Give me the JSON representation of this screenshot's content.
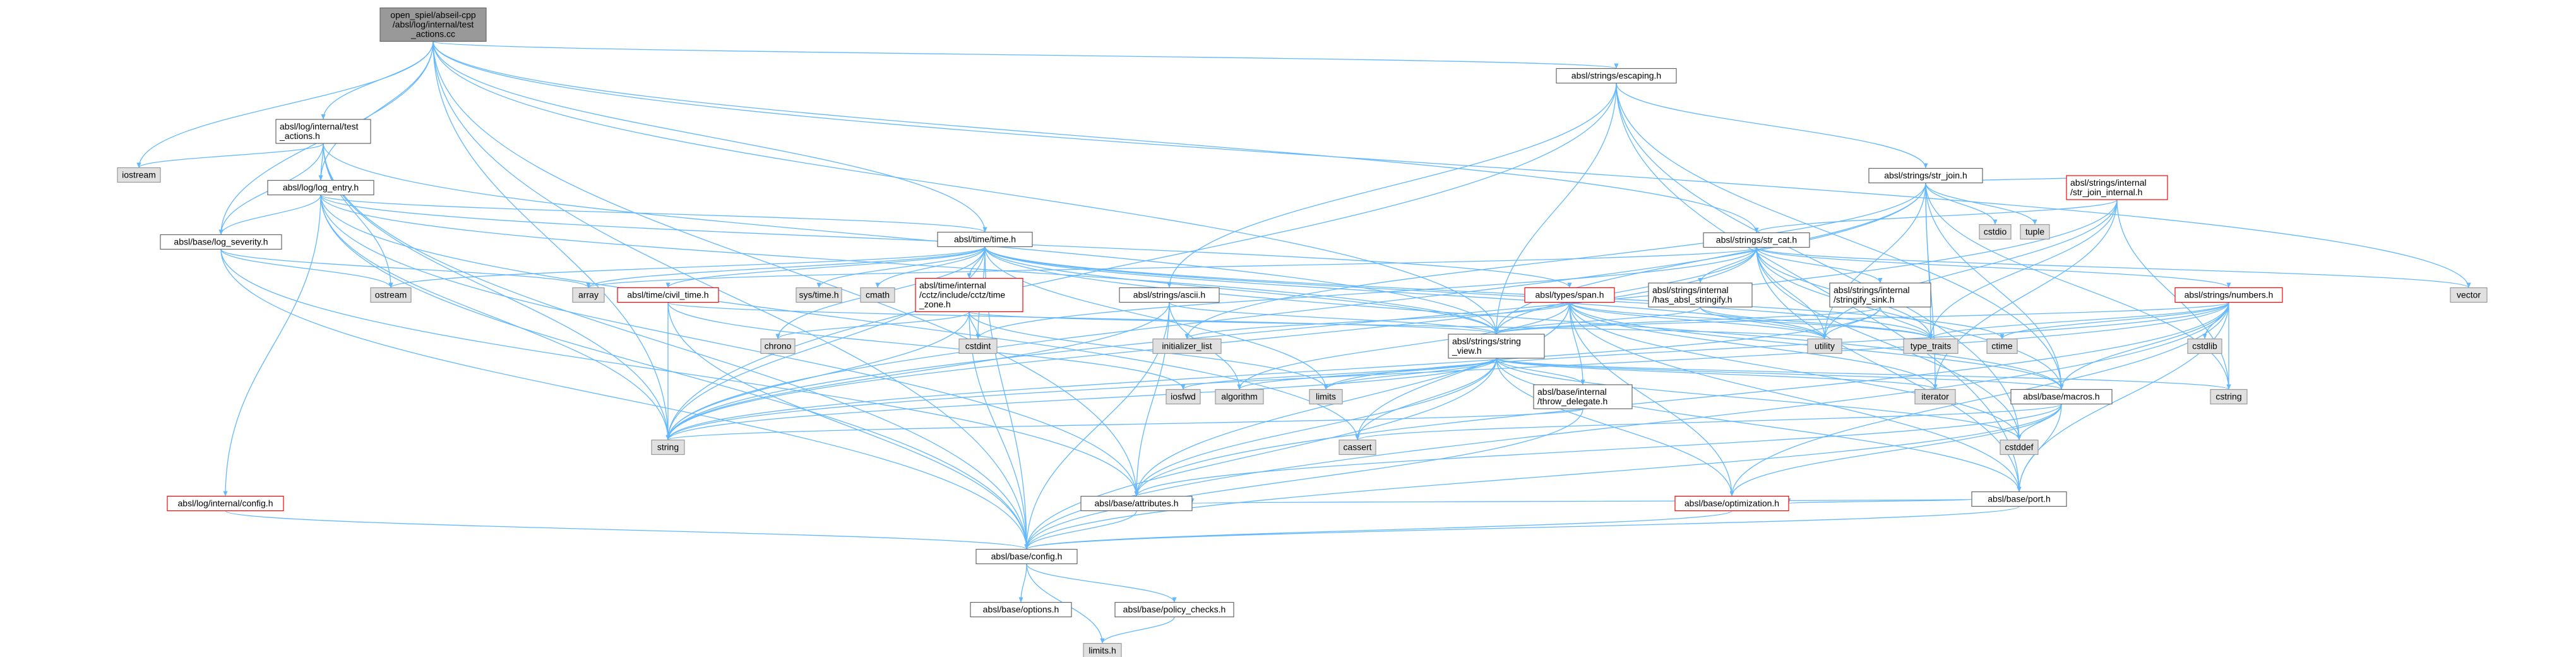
{
  "colors": {
    "root_fill": "#999999",
    "root_border": "#666666",
    "node_fill": "#ffffff",
    "node_border": "#666666",
    "system_fill": "#e0e0e0",
    "system_border": "#999999",
    "truncated_border": "#ff0000",
    "edge": "#63b8ff"
  },
  "nodes": [
    {
      "id": "root",
      "kind": "root",
      "lines": [
        "open_spiel/abseil-cpp",
        "/absl/log/internal/test",
        "_actions.cc"
      ]
    },
    {
      "id": "test_actions_h",
      "kind": "normal",
      "lines": [
        "absl/log/internal/test",
        "_actions.h"
      ]
    },
    {
      "id": "escaping",
      "kind": "normal",
      "lines": [
        "absl/strings/escaping.h"
      ]
    },
    {
      "id": "str_join",
      "kind": "normal",
      "lines": [
        "absl/strings/str_join.h"
      ]
    },
    {
      "id": "log_entry",
      "kind": "normal",
      "lines": [
        "absl/log/log_entry.h"
      ]
    },
    {
      "id": "iostream",
      "kind": "system",
      "lines": [
        "iostream"
      ]
    },
    {
      "id": "log_severity",
      "kind": "normal",
      "lines": [
        "absl/base/log_severity.h"
      ]
    },
    {
      "id": "time_h",
      "kind": "normal",
      "lines": [
        "absl/time/time.h"
      ]
    },
    {
      "id": "str_cat",
      "kind": "normal",
      "lines": [
        "absl/strings/str_cat.h"
      ]
    },
    {
      "id": "str_join_internal",
      "kind": "truncated",
      "lines": [
        "absl/strings/internal",
        "/str_join_internal.h"
      ]
    },
    {
      "id": "cstdio",
      "kind": "system",
      "lines": [
        "cstdio"
      ]
    },
    {
      "id": "tuple",
      "kind": "system",
      "lines": [
        "tuple"
      ]
    },
    {
      "id": "ostream",
      "kind": "system",
      "lines": [
        "ostream"
      ]
    },
    {
      "id": "array",
      "kind": "system",
      "lines": [
        "array"
      ]
    },
    {
      "id": "sys_time",
      "kind": "system",
      "lines": [
        "sys/time.h"
      ]
    },
    {
      "id": "cmath",
      "kind": "system",
      "lines": [
        "cmath"
      ]
    },
    {
      "id": "cctz_time_zone",
      "kind": "truncated",
      "lines": [
        "absl/time/internal",
        "/cctz/include/cctz/time",
        "_zone.h"
      ]
    },
    {
      "id": "ascii",
      "kind": "normal",
      "lines": [
        "absl/strings/ascii.h"
      ]
    },
    {
      "id": "civil_time",
      "kind": "truncated",
      "lines": [
        "absl/time/civil_time.h"
      ]
    },
    {
      "id": "span",
      "kind": "truncated",
      "lines": [
        "absl/types/span.h"
      ]
    },
    {
      "id": "has_absl_stringify",
      "kind": "normal",
      "lines": [
        "absl/strings/internal",
        "/has_absl_stringify.h"
      ]
    },
    {
      "id": "stringify_sink",
      "kind": "normal",
      "lines": [
        "absl/strings/internal",
        "/stringify_sink.h"
      ]
    },
    {
      "id": "numbers",
      "kind": "truncated",
      "lines": [
        "absl/strings/numbers.h"
      ]
    },
    {
      "id": "vector",
      "kind": "system",
      "lines": [
        "vector"
      ]
    },
    {
      "id": "chrono",
      "kind": "system",
      "lines": [
        "chrono"
      ]
    },
    {
      "id": "cstdint",
      "kind": "system",
      "lines": [
        "cstdint"
      ]
    },
    {
      "id": "initializer_list",
      "kind": "system",
      "lines": [
        "initializer_list"
      ]
    },
    {
      "id": "string_view",
      "kind": "normal",
      "lines": [
        "absl/strings/string",
        "_view.h"
      ]
    },
    {
      "id": "utility",
      "kind": "system",
      "lines": [
        "utility"
      ]
    },
    {
      "id": "type_traits",
      "kind": "system",
      "lines": [
        "type_traits"
      ]
    },
    {
      "id": "ctime",
      "kind": "system",
      "lines": [
        "ctime"
      ]
    },
    {
      "id": "cstdlib",
      "kind": "system",
      "lines": [
        "cstdlib"
      ]
    },
    {
      "id": "iosfwd",
      "kind": "system",
      "lines": [
        "iosfwd"
      ]
    },
    {
      "id": "algorithm",
      "kind": "system",
      "lines": [
        "algorithm"
      ]
    },
    {
      "id": "limits",
      "kind": "system",
      "lines": [
        "limits"
      ]
    },
    {
      "id": "throw_delegate",
      "kind": "normal",
      "lines": [
        "absl/base/internal",
        "/throw_delegate.h"
      ]
    },
    {
      "id": "iterator",
      "kind": "system",
      "lines": [
        "iterator"
      ]
    },
    {
      "id": "cstring",
      "kind": "system",
      "lines": [
        "cstring"
      ]
    },
    {
      "id": "macros",
      "kind": "normal",
      "lines": [
        "absl/base/macros.h"
      ]
    },
    {
      "id": "string",
      "kind": "system",
      "lines": [
        "string"
      ]
    },
    {
      "id": "cassert",
      "kind": "system",
      "lines": [
        "cassert"
      ]
    },
    {
      "id": "cstddef",
      "kind": "system",
      "lines": [
        "cstddef"
      ]
    },
    {
      "id": "port",
      "kind": "normal",
      "lines": [
        "absl/base/port.h"
      ]
    },
    {
      "id": "log_config",
      "kind": "truncated",
      "lines": [
        "absl/log/internal/config.h"
      ]
    },
    {
      "id": "attributes",
      "kind": "normal",
      "lines": [
        "absl/base/attributes.h"
      ]
    },
    {
      "id": "optimization",
      "kind": "truncated",
      "lines": [
        "absl/base/optimization.h"
      ]
    },
    {
      "id": "config",
      "kind": "normal",
      "lines": [
        "absl/base/config.h"
      ]
    },
    {
      "id": "options",
      "kind": "normal",
      "lines": [
        "absl/base/options.h"
      ]
    },
    {
      "id": "policy_checks",
      "kind": "normal",
      "lines": [
        "absl/base/policy_checks.h"
      ]
    },
    {
      "id": "limits_h",
      "kind": "system",
      "lines": [
        "limits.h"
      ]
    }
  ],
  "edges": [
    [
      "root",
      "test_actions_h"
    ],
    [
      "root",
      "iostream"
    ],
    [
      "root",
      "escaping"
    ],
    [
      "root",
      "str_cat"
    ],
    [
      "root",
      "time_h"
    ],
    [
      "root",
      "string"
    ],
    [
      "root",
      "string_view"
    ],
    [
      "root",
      "config"
    ],
    [
      "root",
      "attributes"
    ],
    [
      "root",
      "vector"
    ],
    [
      "root",
      "log_severity"
    ],
    [
      "root",
      "log_entry"
    ],
    [
      "test_actions_h",
      "iostream"
    ],
    [
      "test_actions_h",
      "ostream"
    ],
    [
      "test_actions_h",
      "log_entry"
    ],
    [
      "test_actions_h",
      "log_severity"
    ],
    [
      "test_actions_h",
      "string"
    ],
    [
      "test_actions_h",
      "string_view"
    ],
    [
      "test_actions_h",
      "config"
    ],
    [
      "log_entry",
      "log_severity"
    ],
    [
      "log_entry",
      "time_h"
    ],
    [
      "log_entry",
      "log_config"
    ],
    [
      "log_entry",
      "span"
    ],
    [
      "log_entry",
      "string_view"
    ],
    [
      "log_entry",
      "string"
    ],
    [
      "log_entry",
      "attributes"
    ],
    [
      "log_entry",
      "config"
    ],
    [
      "log_entry",
      "cassert"
    ],
    [
      "log_severity",
      "array"
    ],
    [
      "log_severity",
      "ostream"
    ],
    [
      "log_severity",
      "attributes"
    ],
    [
      "log_severity",
      "config"
    ],
    [
      "escaping",
      "str_join"
    ],
    [
      "escaping",
      "ascii"
    ],
    [
      "escaping",
      "string_view"
    ],
    [
      "escaping",
      "string"
    ],
    [
      "escaping",
      "macros"
    ],
    [
      "escaping",
      "port"
    ],
    [
      "escaping",
      "cstddef"
    ],
    [
      "str_join",
      "str_join_internal"
    ],
    [
      "str_join",
      "cstdio"
    ],
    [
      "str_join",
      "tuple"
    ],
    [
      "str_join",
      "string_view"
    ],
    [
      "str_join",
      "string"
    ],
    [
      "str_join",
      "utility"
    ],
    [
      "str_join",
      "type_traits"
    ],
    [
      "str_join",
      "macros"
    ],
    [
      "str_join",
      "iterator"
    ],
    [
      "str_join",
      "initializer_list"
    ],
    [
      "str_join",
      "cstring"
    ],
    [
      "str_join_internal",
      "str_cat"
    ],
    [
      "str_join_internal",
      "type_traits"
    ],
    [
      "str_join_internal",
      "utility"
    ],
    [
      "str_join_internal",
      "iterator"
    ],
    [
      "str_join_internal",
      "cstring"
    ],
    [
      "str_join_internal",
      "string"
    ],
    [
      "str_cat",
      "has_absl_stringify"
    ],
    [
      "str_cat",
      "stringify_sink"
    ],
    [
      "str_cat",
      "numbers"
    ],
    [
      "str_cat",
      "string_view"
    ],
    [
      "str_cat",
      "string"
    ],
    [
      "str_cat",
      "cstdint"
    ],
    [
      "str_cat",
      "type_traits"
    ],
    [
      "str_cat",
      "utility"
    ],
    [
      "str_cat",
      "vector"
    ],
    [
      "str_cat",
      "port"
    ],
    [
      "str_cat",
      "macros"
    ],
    [
      "str_cat",
      "array"
    ],
    [
      "str_cat",
      "cstddef"
    ],
    [
      "time_h",
      "ostream"
    ],
    [
      "time_h",
      "array"
    ],
    [
      "time_h",
      "sys_time"
    ],
    [
      "time_h",
      "cmath"
    ],
    [
      "time_h",
      "cctz_time_zone"
    ],
    [
      "time_h",
      "civil_time"
    ],
    [
      "time_h",
      "chrono"
    ],
    [
      "time_h",
      "cstdint"
    ],
    [
      "time_h",
      "ctime"
    ],
    [
      "time_h",
      "limits"
    ],
    [
      "time_h",
      "string"
    ],
    [
      "time_h",
      "utility"
    ],
    [
      "time_h",
      "string_view"
    ],
    [
      "time_h",
      "macros"
    ],
    [
      "time_h",
      "config"
    ],
    [
      "time_h",
      "type_traits"
    ],
    [
      "cctz_time_zone",
      "chrono"
    ],
    [
      "cctz_time_zone",
      "cstdint"
    ],
    [
      "cctz_time_zone",
      "limits"
    ],
    [
      "cctz_time_zone",
      "string"
    ],
    [
      "cctz_time_zone",
      "utility"
    ],
    [
      "cctz_time_zone",
      "config"
    ],
    [
      "civil_time",
      "string_view"
    ],
    [
      "civil_time",
      "iosfwd"
    ],
    [
      "civil_time",
      "string"
    ],
    [
      "civil_time",
      "config"
    ],
    [
      "ascii",
      "algorithm"
    ],
    [
      "ascii",
      "string"
    ],
    [
      "ascii",
      "attributes"
    ],
    [
      "ascii",
      "config"
    ],
    [
      "ascii",
      "string_view"
    ],
    [
      "span",
      "algorithm"
    ],
    [
      "span",
      "cassert"
    ],
    [
      "span",
      "cstddef"
    ],
    [
      "span",
      "initializer_list"
    ],
    [
      "span",
      "iterator"
    ],
    [
      "span",
      "type_traits"
    ],
    [
      "span",
      "utility"
    ],
    [
      "span",
      "macros"
    ],
    [
      "span",
      "optimization"
    ],
    [
      "span",
      "port"
    ],
    [
      "span",
      "throw_delegate"
    ],
    [
      "span",
      "attributes"
    ],
    [
      "has_absl_stringify",
      "type_traits"
    ],
    [
      "has_absl_stringify",
      "utility"
    ],
    [
      "has_absl_stringify",
      "string_view"
    ],
    [
      "stringify_sink",
      "string"
    ],
    [
      "stringify_sink",
      "type_traits"
    ],
    [
      "stringify_sink",
      "utility"
    ],
    [
      "stringify_sink",
      "string_view"
    ],
    [
      "numbers",
      "cstdlib"
    ],
    [
      "numbers",
      "cstring"
    ],
    [
      "numbers",
      "ctime"
    ],
    [
      "numbers",
      "limits"
    ],
    [
      "numbers",
      "string"
    ],
    [
      "numbers",
      "type_traits"
    ],
    [
      "numbers",
      "macros"
    ],
    [
      "numbers",
      "port"
    ],
    [
      "numbers",
      "attributes"
    ],
    [
      "numbers",
      "config"
    ],
    [
      "numbers",
      "string_view"
    ],
    [
      "numbers",
      "optimization"
    ],
    [
      "string_view",
      "algorithm"
    ],
    [
      "string_view",
      "cassert"
    ],
    [
      "string_view",
      "cstddef"
    ],
    [
      "string_view",
      "cstring"
    ],
    [
      "string_view",
      "iosfwd"
    ],
    [
      "string_view",
      "iterator"
    ],
    [
      "string_view",
      "limits"
    ],
    [
      "string_view",
      "string"
    ],
    [
      "string_view",
      "throw_delegate"
    ],
    [
      "string_view",
      "macros"
    ],
    [
      "string_view",
      "port"
    ],
    [
      "string_view",
      "attributes"
    ],
    [
      "string_view",
      "optimization"
    ],
    [
      "string_view",
      "config"
    ],
    [
      "throw_delegate",
      "string"
    ],
    [
      "throw_delegate",
      "config"
    ],
    [
      "macros",
      "cassert"
    ],
    [
      "macros",
      "cstddef"
    ],
    [
      "macros",
      "attributes"
    ],
    [
      "macros",
      "config"
    ],
    [
      "macros",
      "optimization"
    ],
    [
      "macros",
      "port"
    ],
    [
      "port",
      "attributes"
    ],
    [
      "port",
      "config"
    ],
    [
      "port",
      "optimization"
    ],
    [
      "optimization",
      "config"
    ],
    [
      "log_config",
      "config"
    ],
    [
      "attributes",
      "config"
    ],
    [
      "config",
      "options"
    ],
    [
      "config",
      "policy_checks"
    ],
    [
      "config",
      "limits_h"
    ],
    [
      "policy_checks",
      "limits_h"
    ]
  ]
}
